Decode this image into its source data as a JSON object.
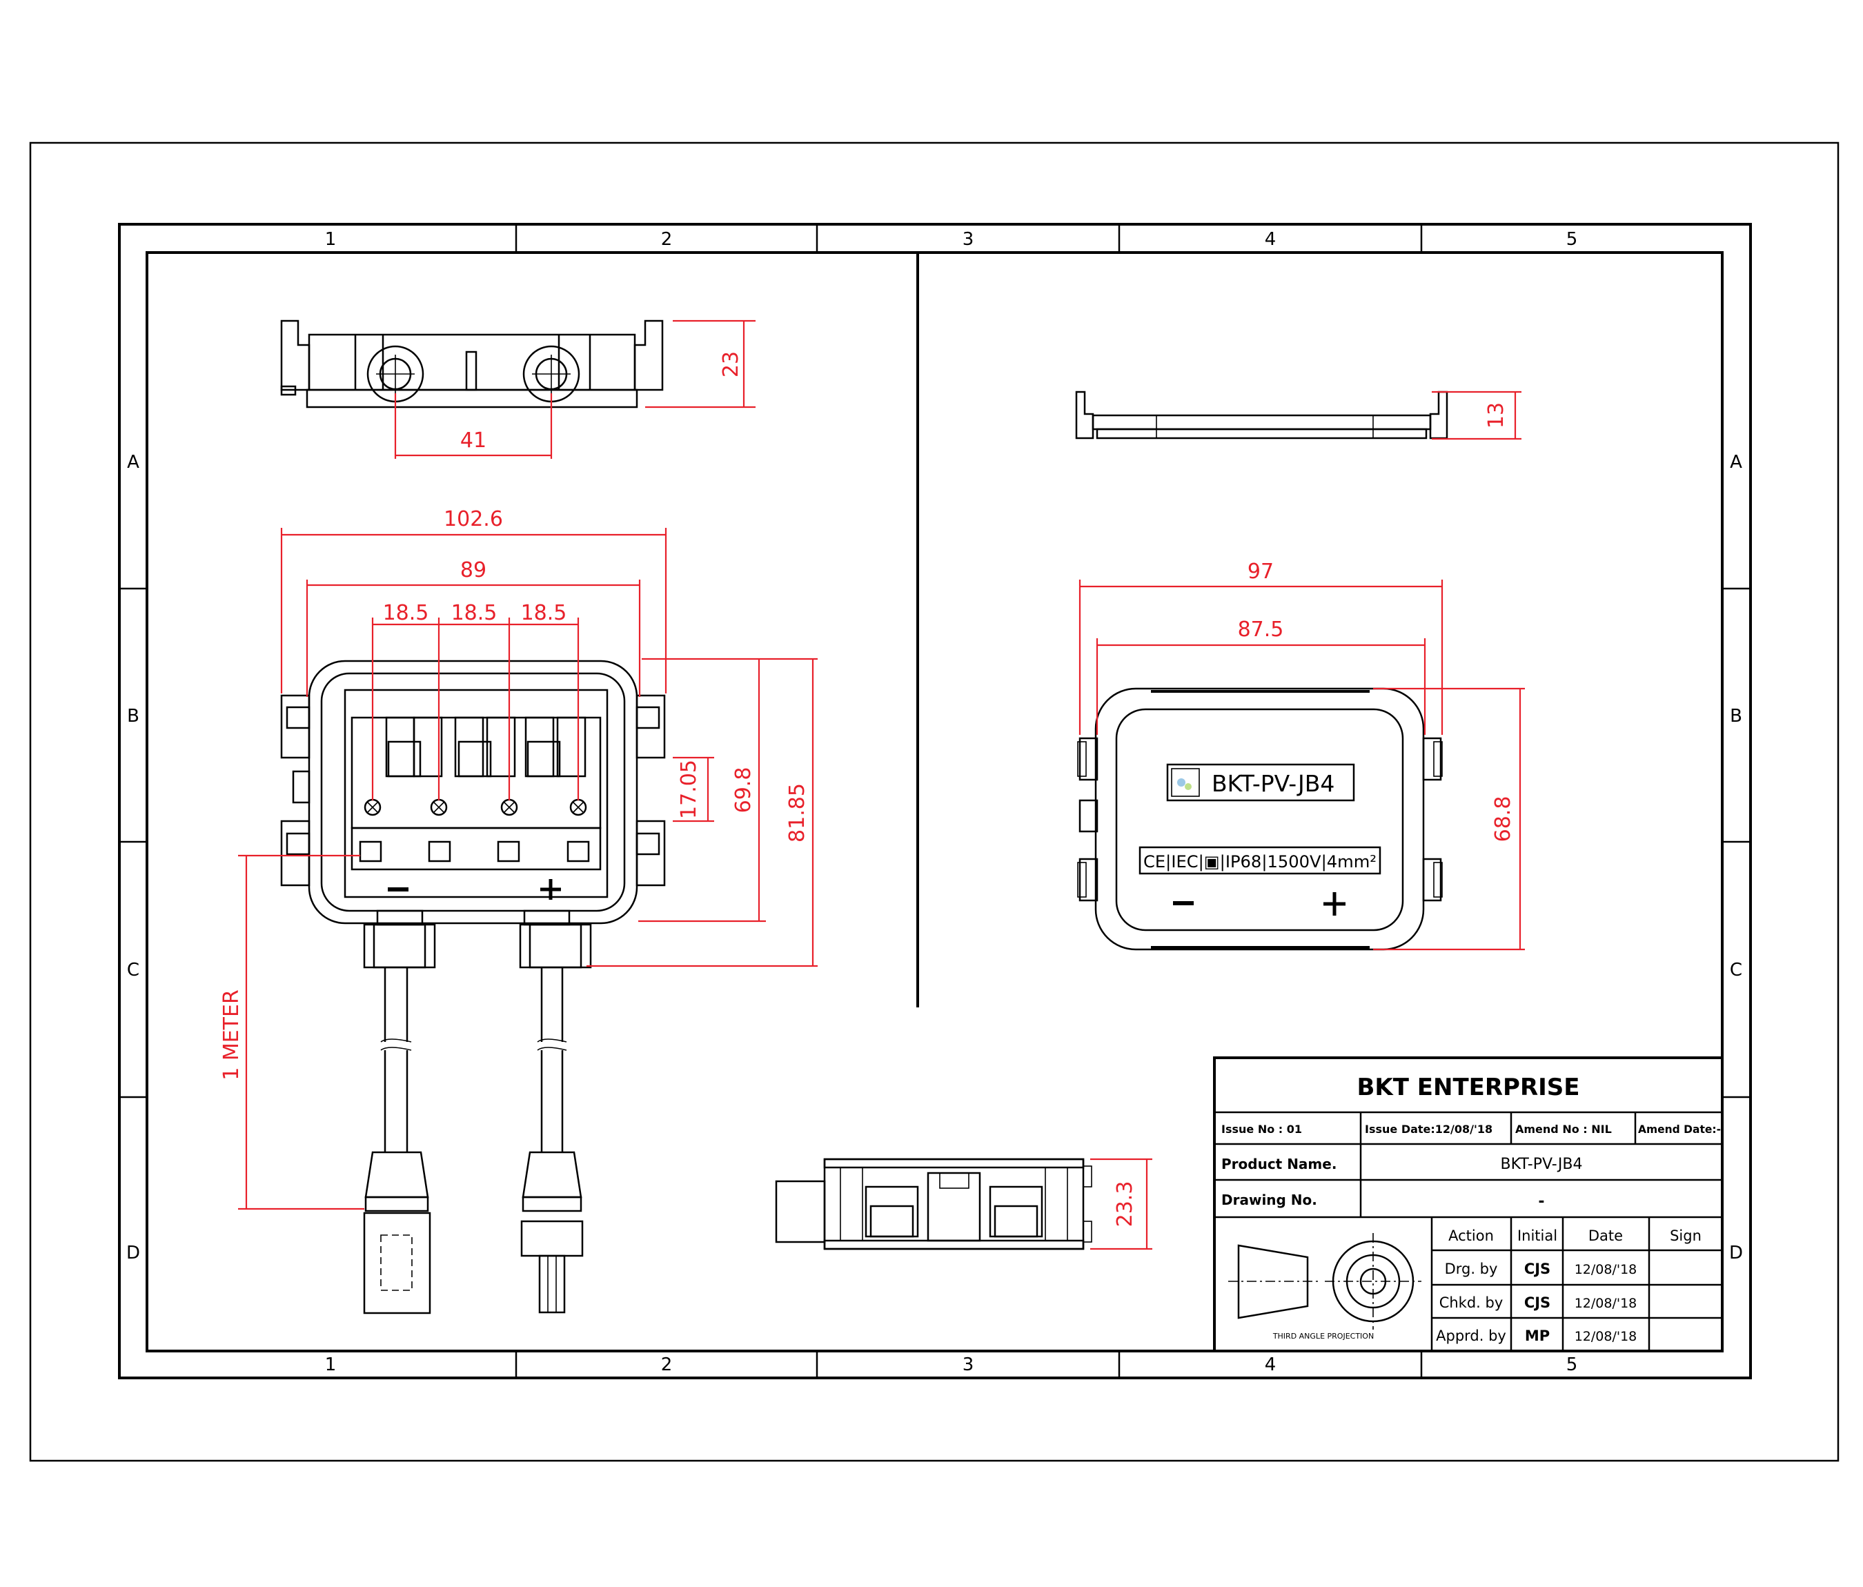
{
  "sheet": {
    "zones_columns": [
      "1",
      "2",
      "3",
      "4",
      "5"
    ],
    "zones_rows": [
      "A",
      "B",
      "C",
      "D"
    ]
  },
  "dimensions": {
    "top_view_height": "23",
    "top_view_spacing": "41",
    "front_overall_width": "102.6",
    "front_inner_width": "89",
    "pitch_1": "18.5",
    "pitch_2": "18.5",
    "pitch_3": "18.5",
    "terminal_height": "17.05",
    "body_height": "69.8",
    "overall_height": "81.85",
    "cable_length": "1 METER",
    "lid_side_height": "13",
    "lid_overall_width": "97",
    "lid_inner_width": "87.5",
    "lid_height": "68.8",
    "bottom_view_height": "23.3"
  },
  "lid": {
    "model_label": "BKT-PV-JB4",
    "cert_label": "CE|IEC|▣|IP68|1500V|4mm²",
    "minus_symbol": "−",
    "plus_symbol": "+"
  },
  "body": {
    "minus_symbol": "−",
    "plus_symbol": "+"
  },
  "title_block": {
    "company": "BKT ENTERPRISE",
    "issue_no": "Issue No : 01",
    "issue_date": "Issue Date:12/08/'18",
    "amend_no": "Amend No : NIL",
    "amend_date": "Amend Date:-",
    "product_name_label": "Product Name.",
    "product_name_value": "BKT-PV-JB4",
    "drawing_no_label": "Drawing No.",
    "drawing_no_value": "-",
    "projection_caption": "THIRD ANGLE PROJECTION",
    "headers": [
      "Action",
      "Initial",
      "Date",
      "Sign"
    ],
    "rows": [
      {
        "action": "Drg. by",
        "initial": "CJS",
        "date": "12/08/'18",
        "sign": ""
      },
      {
        "action": "Chkd. by",
        "initial": "CJS",
        "date": "12/08/'18",
        "sign": ""
      },
      {
        "action": "Apprd. by",
        "initial": "MP",
        "date": "12/08/'18",
        "sign": ""
      }
    ]
  },
  "colors": {
    "dimension": "#e8202a",
    "outline": "#000000"
  }
}
